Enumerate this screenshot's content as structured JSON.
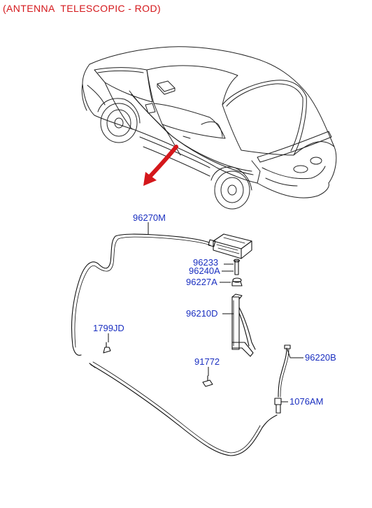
{
  "title": "(ANTENNA  TELESCOPIC - ROD)",
  "colors": {
    "title": "#d4171b",
    "part_number": "#1a2fc0",
    "arrow": "#d4171b",
    "line": "#111111"
  },
  "parts": [
    {
      "id": "p-96270M",
      "label": "96270M"
    },
    {
      "id": "p-96233",
      "label": "96233"
    },
    {
      "id": "p-96240A",
      "label": "96240A"
    },
    {
      "id": "p-96227A",
      "label": "96227A"
    },
    {
      "id": "p-96210D",
      "label": "96210D"
    },
    {
      "id": "p-1799JD",
      "label": "1799JD"
    },
    {
      "id": "p-91772",
      "label": "91772"
    },
    {
      "id": "p-96220B",
      "label": "96220B"
    },
    {
      "id": "p-1076AM",
      "label": "1076AM"
    }
  ]
}
